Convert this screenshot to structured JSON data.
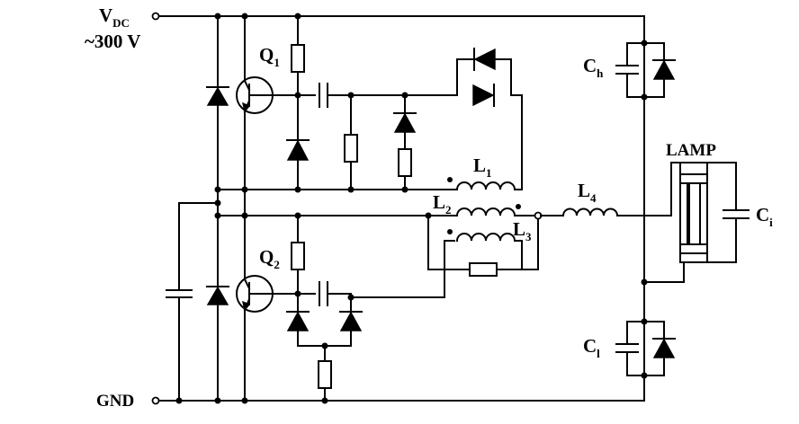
{
  "labels": {
    "vdc_main": "V",
    "vdc_sub": "DC",
    "vdc_value": "~300 V",
    "q1_main": "Q",
    "q1_sub": "1",
    "q2_main": "Q",
    "q2_sub": "2",
    "l1_main": "L",
    "l1_sub": "1",
    "l2_main": "L",
    "l2_sub": "2",
    "l3_main": "L",
    "l3_sub": "3",
    "l4_main": "L",
    "l4_sub": "4",
    "ch_main": "C",
    "ch_sub": "h",
    "cl_main": "C",
    "cl_sub": "l",
    "ci_main": "C",
    "ci_sub": "i",
    "lamp": "LAMP",
    "gnd": "GND"
  }
}
